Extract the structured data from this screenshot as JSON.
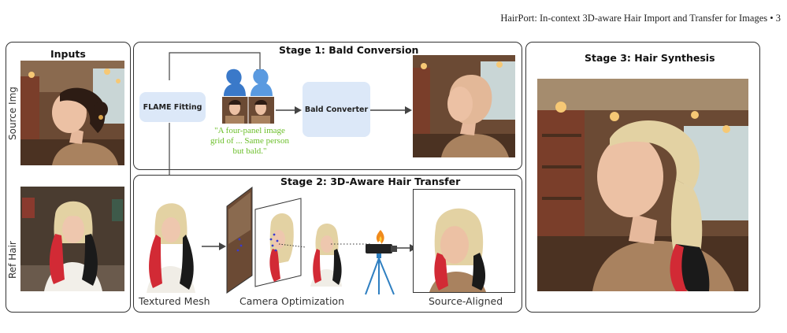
{
  "header": {
    "text": "HairPort: In-context 3D-aware Hair Import and Transfer for Images  •  3"
  },
  "inputs": {
    "title": "Inputs",
    "source_label": "Source Img",
    "ref_label": "Ref Hair"
  },
  "stage1": {
    "title": "Stage 1: Bald Conversion",
    "flame_label": "FLAME Fitting",
    "bald_label": "Bald Converter",
    "prompt": "\"A four-panel image grid of ... Same person but bald.\""
  },
  "stage2": {
    "title": "Stage 2: 3D-Aware Hair Transfer",
    "caption_mesh": "Textured Mesh",
    "caption_camera": "Camera Optimization",
    "caption_aligned": "Source-Aligned"
  },
  "stage3": {
    "title": "Stage 3: Hair Synthesis"
  },
  "colors": {
    "box_fill": "#dce8f8",
    "prompt_text": "#6cbf2a",
    "head_silhouette": "#3a79c9",
    "tripod": "#2f7fc1",
    "flame_orange": "#f08a1c",
    "hair_blonde": "#e3d2a3",
    "hair_red": "#d22a35",
    "hair_black": "#1a1a1a"
  }
}
